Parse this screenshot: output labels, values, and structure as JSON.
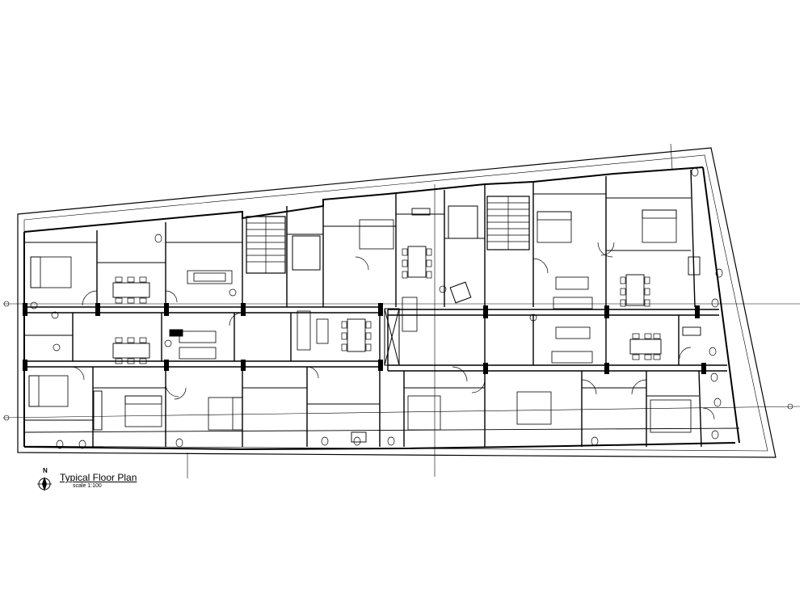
{
  "drawing": {
    "title": "Typical Floor Plan",
    "scale": "scale 1:100",
    "north": "N"
  },
  "colors": {
    "ink": "#000000",
    "paper": "#ffffff"
  },
  "icons": [
    "north-arrow-icon"
  ]
}
